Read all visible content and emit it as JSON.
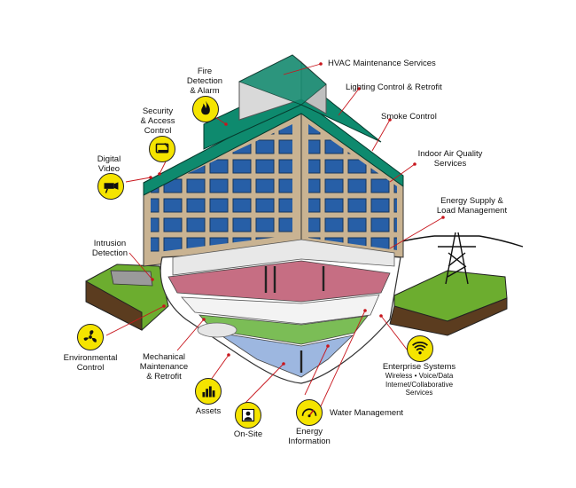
{
  "labels": {
    "hvac": "HVAC Maintenance Services",
    "lighting": "Lighting Control & Retrofit",
    "smoke": "Smoke Control",
    "iaq_1": "Indoor Air Quality",
    "iaq_2": "Services",
    "energy_supply_1": "Energy Supply &",
    "energy_supply_2": "Load Management",
    "fire_1": "Fire",
    "fire_2": "Detection",
    "fire_3": "& Alarm",
    "security_1": "Security",
    "security_2": "& Access",
    "security_3": "Control",
    "video_1": "Digital",
    "video_2": "Video",
    "intrusion_1": "Intrusion",
    "intrusion_2": "Detection",
    "environmental_1": "Environmental",
    "environmental_2": "Control",
    "mechanical_1": "Mechanical",
    "mechanical_2": "Maintenance",
    "mechanical_3": "& Retrofit",
    "assets": "Assets",
    "onsite": "On-Site",
    "energy_info_1": "Energy",
    "energy_info_2": "Information",
    "water": "Water Management",
    "enterprise_1": "Enterprise Systems",
    "enterprise_2": "Wireless • Voice/Data",
    "enterprise_3": "Internet/Collaborative",
    "enterprise_4": "Services"
  },
  "icons": {
    "fire": "flame-icon",
    "security": "card-reader-icon",
    "video": "camera-icon",
    "environmental": "fan-icon",
    "assets": "bar-chart-icon",
    "onsite": "person-icon",
    "energy_info": "gauge-icon",
    "enterprise": "wireless-icon"
  },
  "colors": {
    "badge": "#f5e400",
    "leader_line": "#c8161d",
    "roof_green": "#0e8a6e",
    "facade": "#c9b392",
    "window_blue": "#1e5ba8",
    "ground_green": "#6cad2f",
    "soil": "#5b3c1f"
  }
}
